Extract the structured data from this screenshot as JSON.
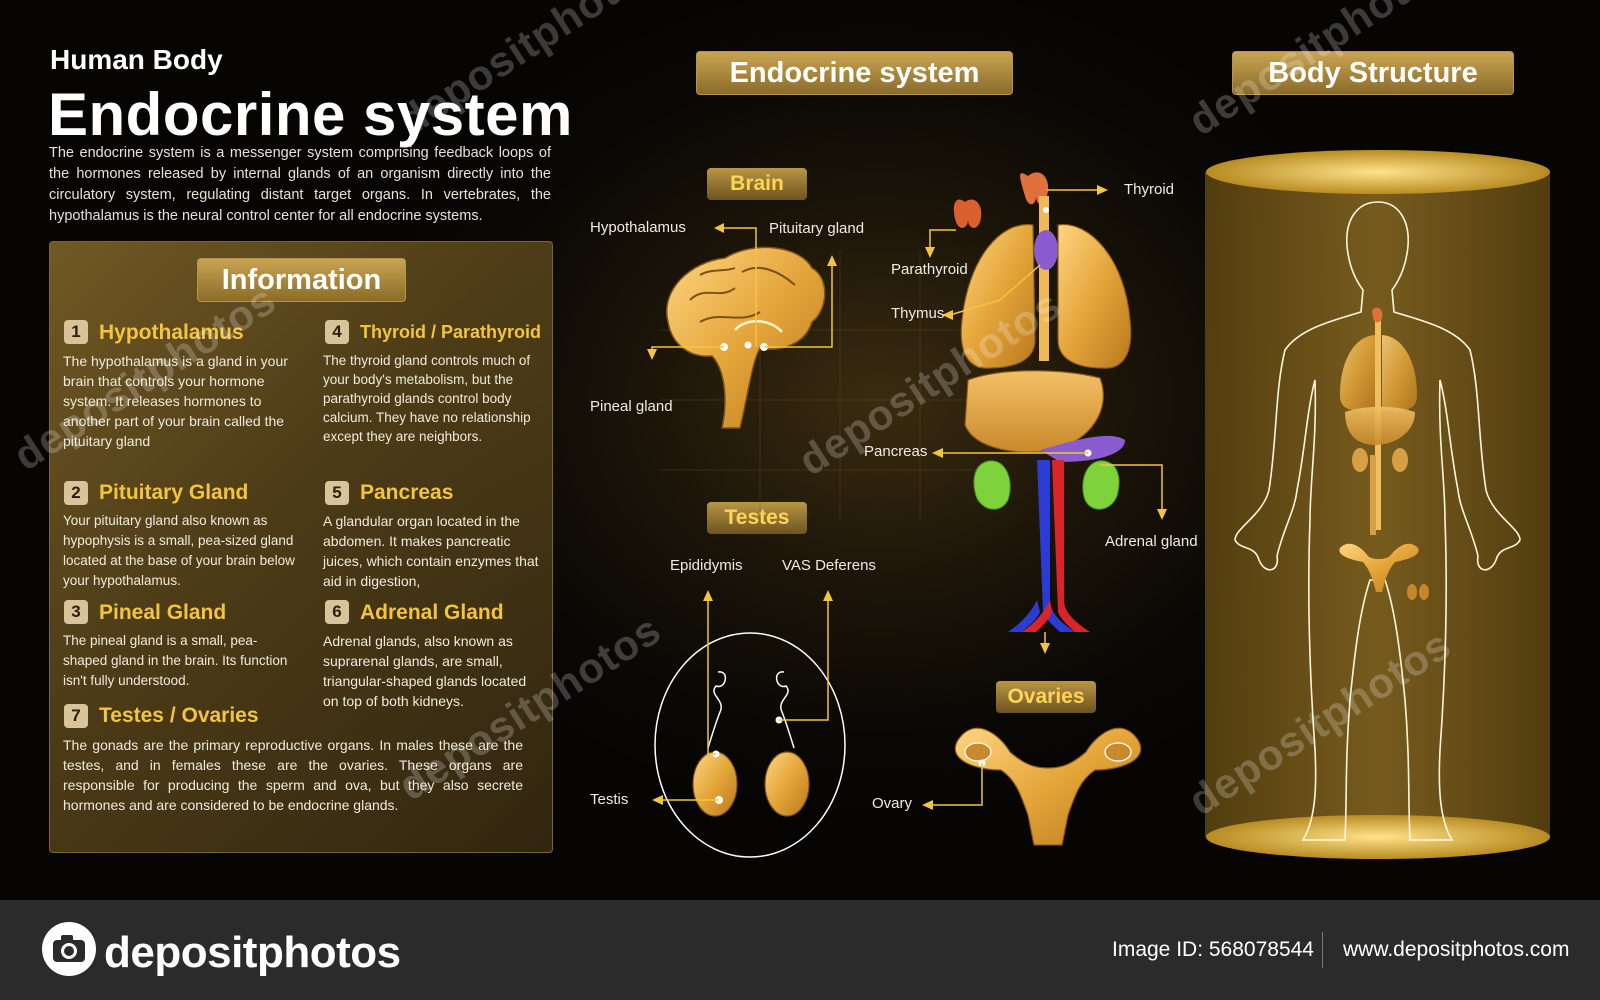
{
  "header": {
    "subtitle": "Human Body",
    "title": "Endocrine system",
    "intro": "The endocrine system is a messenger system comprising feedback loops of the hormones released by internal glands of an organism directly into the circulatory system, regulating distant target organs. In vertebrates, the hypothalamus is the neural control center for all endocrine systems."
  },
  "info": {
    "heading": "Information",
    "items": [
      {
        "num": "1",
        "title": "Hypothalamus",
        "text": "The hypothalamus is a gland in your brain that controls your hormone system. It releases hormones to another part of your brain called the pituitary gland"
      },
      {
        "num": "2",
        "title": "Pituitary Gland",
        "text": "Your pituitary gland also known as hypophysis is a small, pea-sized gland located at the base of your brain below your hypothalamus."
      },
      {
        "num": "3",
        "title": "Pineal Gland",
        "text": "The pineal gland is a small, pea-shaped gland in the brain. Its function isn't fully understood."
      },
      {
        "num": "4",
        "title": "Thyroid / Parathyroid",
        "text": "The thyroid gland controls much of your body's metabolism, but the parathyroid glands control body calcium. They have no relationship except they are neighbors."
      },
      {
        "num": "5",
        "title": "Pancreas",
        "text": "A glandular organ located in the abdomen. It makes pancreatic juices, which contain enzymes that aid in digestion,"
      },
      {
        "num": "6",
        "title": "Adrenal Gland",
        "text": "Adrenal glands, also known as suprarenal glands, are small, triangular-shaped glands located on top of both kidneys."
      },
      {
        "num": "7",
        "title": "Testes / Ovaries",
        "text": "The gonads are the primary reproductive organs. In males these are the testes, and in females these are the ovaries. These organs are responsible for producing the sperm and ova, but they also secrete hormones and are considered to be endocrine glands."
      }
    ]
  },
  "sections": {
    "endocrine": "Endocrine system",
    "body": "Body Structure",
    "brain": "Brain",
    "testes": "Testes",
    "ovaries": "Ovaries"
  },
  "labels": {
    "hypothalamus": "Hypothalamus",
    "pituitary": "Pituitary gland",
    "pineal": "Pineal gland",
    "epididymis": "Epididymis",
    "vas": "VAS Deferens",
    "testis": "Testis",
    "thyroid": "Thyroid",
    "parathyroid": "Parathyroid",
    "thymus": "Thymus",
    "pancreas": "Pancreas",
    "adrenal": "Adrenal gland",
    "ovary": "Ovary"
  },
  "watermark": "depositphotos",
  "footer": {
    "brand": "depositphotos",
    "image_id": "Image ID: 568078544",
    "url": "www.depositphotos.com"
  },
  "colors": {
    "accent_gold": "#f2c53d",
    "panel_bronze": "#8a6c2a",
    "vein_blue": "#2a3bd6",
    "artery_red": "#d9242a",
    "adrenal_green": "#7ed23c",
    "thymus_purple": "#8a5cd0"
  }
}
